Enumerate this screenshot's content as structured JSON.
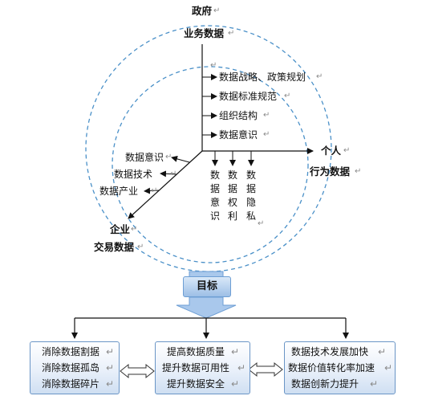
{
  "top": {
    "government": "政府",
    "business_data": "业务数据"
  },
  "policy_items": [
    "数据战略、政策规划",
    "数据标准规范",
    "组织结构",
    "数据意识"
  ],
  "individual": {
    "line1": "个人",
    "line2": "行为数据"
  },
  "enterprise": {
    "line1": "企业",
    "line2": "交易数据"
  },
  "enterprise_items": [
    "数据意识",
    "数据技术",
    "数据产业"
  ],
  "individual_columns": [
    [
      "数",
      "据",
      "意",
      "识"
    ],
    [
      "数",
      "据",
      "权",
      "利"
    ],
    [
      "数",
      "据",
      "隐",
      "私"
    ]
  ],
  "goal_label": "目标",
  "boxes": [
    {
      "lines": [
        "消除数据割据",
        "消除数据孤岛",
        "消除数据碎片"
      ]
    },
    {
      "lines": [
        "提高数据质量",
        "提升数据可用性",
        "提升数据安全"
      ]
    },
    {
      "lines": [
        "数据技术发展加快",
        "数据价值转化率加速",
        "数据创新力提升"
      ]
    }
  ],
  "paragraph_mark": "↵",
  "colors": {
    "circle": "#4a90c8",
    "arrow": "#111111",
    "box_border": "#6a95c6",
    "goal_fill": "#9dbfe6"
  }
}
